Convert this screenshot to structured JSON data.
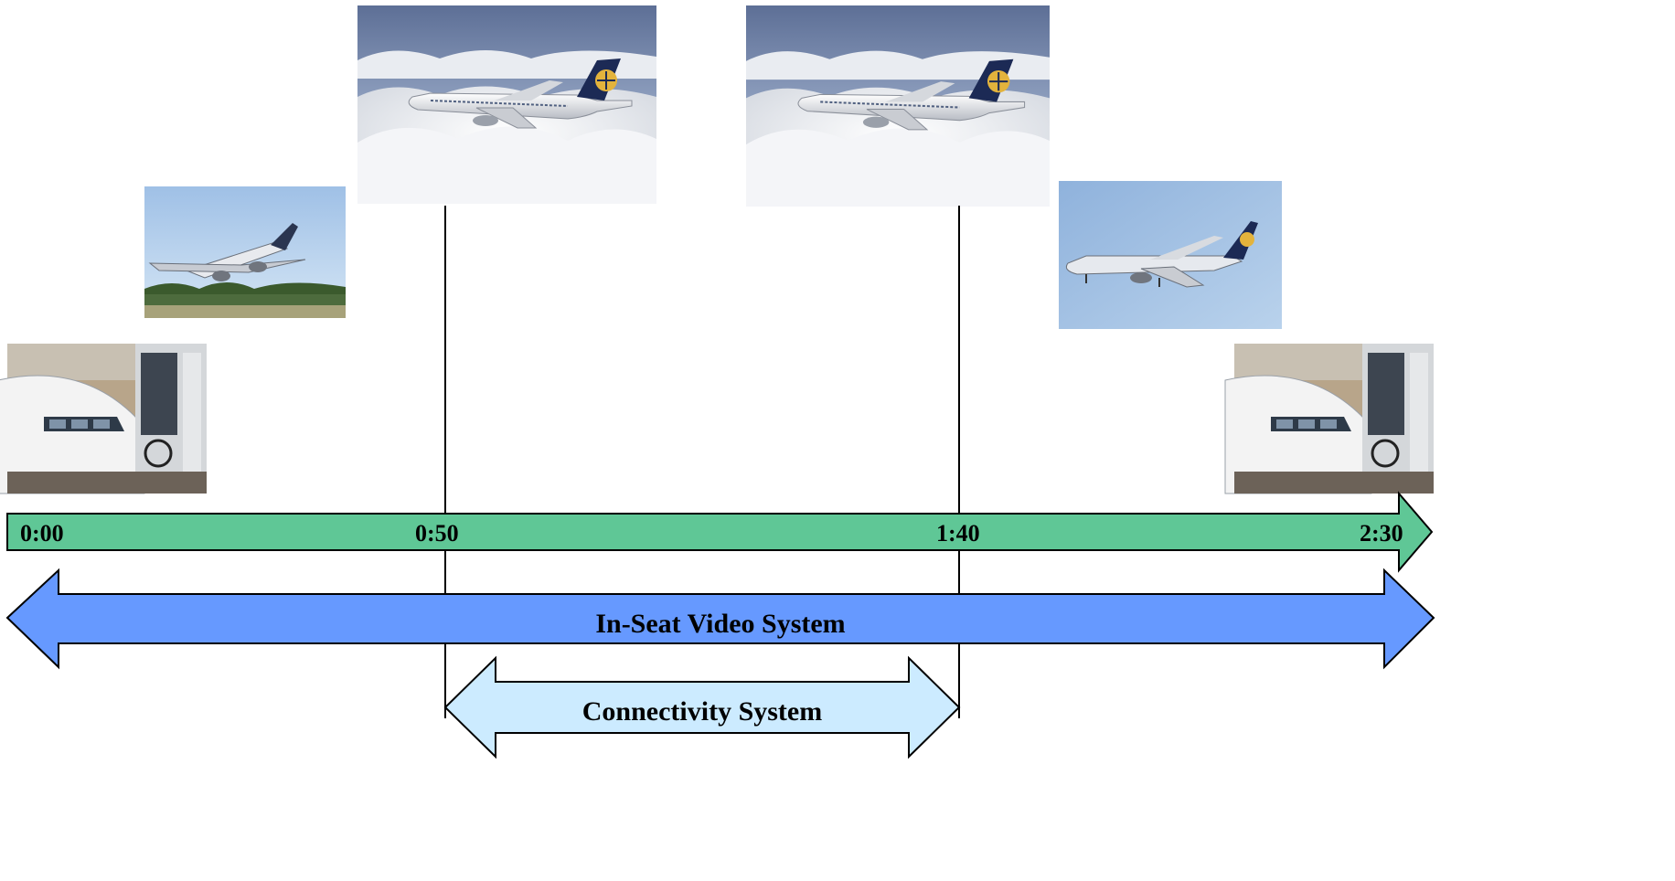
{
  "timeline": {
    "ticks": [
      "0:00",
      "0:50",
      "1:40",
      "2:30"
    ],
    "bar_color": "#5FC796"
  },
  "systems": {
    "in_seat_video": {
      "label": "In-Seat Video System",
      "color": "#6699FF"
    },
    "connectivity": {
      "label": "Connectivity System",
      "color": "#CCEBFF"
    }
  },
  "photos": [
    {
      "phase": "at gate",
      "icon": "plane-at-gate-icon"
    },
    {
      "phase": "takeoff",
      "icon": "plane-takeoff-icon"
    },
    {
      "phase": "cruise",
      "icon": "plane-above-clouds-icon"
    },
    {
      "phase": "cruise",
      "icon": "plane-above-clouds-icon"
    },
    {
      "phase": "descent",
      "icon": "plane-landing-icon"
    },
    {
      "phase": "at gate",
      "icon": "plane-at-gate-icon"
    }
  ]
}
